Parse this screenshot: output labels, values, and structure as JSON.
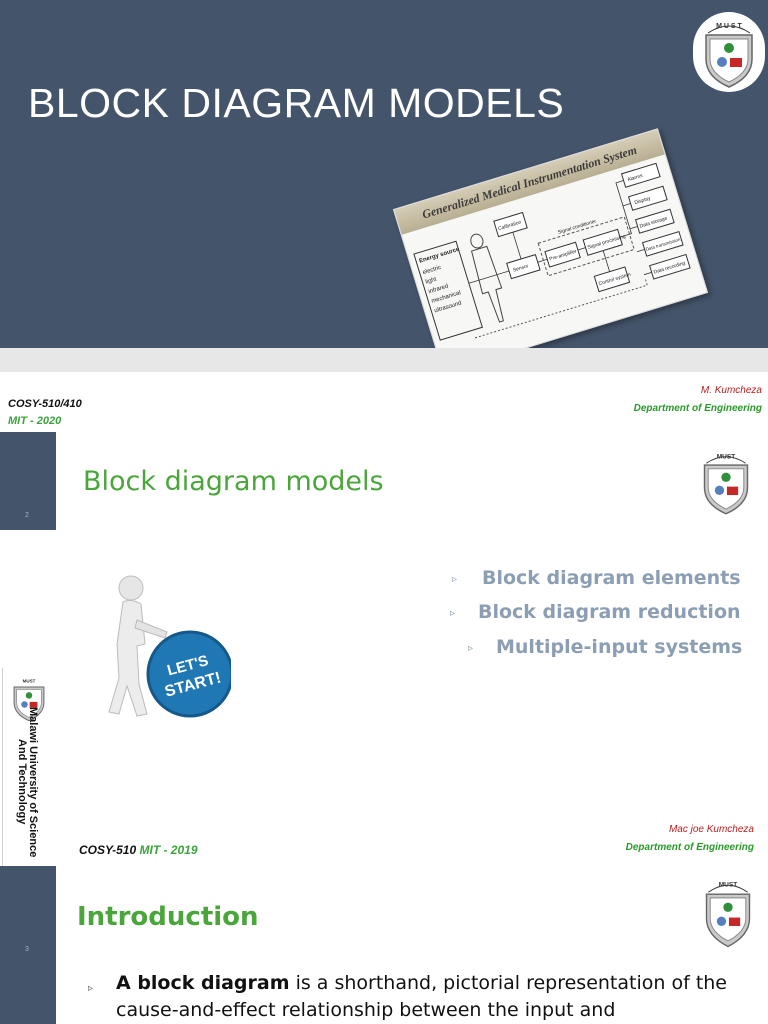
{
  "slide1": {
    "title": "BLOCK DIAGRAM MODELS",
    "figure": {
      "title": "Generalized Medical Instrumentation System",
      "blocks": [
        "Calibration",
        "Sensor",
        "Pre-amplifier",
        "Signal processing",
        "Control system",
        "Alarms",
        "Display",
        "Data storage",
        "Data transmission",
        "Data recording"
      ],
      "left_box_label": "Energy source",
      "left_box_items": [
        "electric",
        "light",
        "infrared",
        "mechanical",
        "ultrasound"
      ],
      "signal_label": "Signal conditioner"
    }
  },
  "slide2": {
    "course_code": "COSY-510/410",
    "course_year": "MIT - 2020",
    "author": "M. Kumcheza",
    "department": "Department of Engineering",
    "slide_number": "2",
    "title": "Block diagram models",
    "bullets": [
      "Block diagram elements",
      "Block diagram reduction",
      "Multiple-input systems"
    ],
    "badge_text": "LET'S START!"
  },
  "slide3": {
    "course_code": "COSY-510",
    "course_year": "MIT - 2019",
    "author": "Mac joe Kumcheza",
    "department": "Department of Engineering",
    "slide_number": "3",
    "title": "Introduction",
    "body_bold": "A block diagram",
    "body_rest": " is a shorthand, pictorial representation of the cause-and-effect relationship between the input and"
  },
  "sidebar": {
    "university": "Malawi University of Science And Technology"
  },
  "seal": {
    "letters": "MUST"
  },
  "colors": {
    "slate": "#44546a",
    "green": "#4aa53a",
    "bullet": "#8c9eb4",
    "author_red": "#b82020"
  }
}
